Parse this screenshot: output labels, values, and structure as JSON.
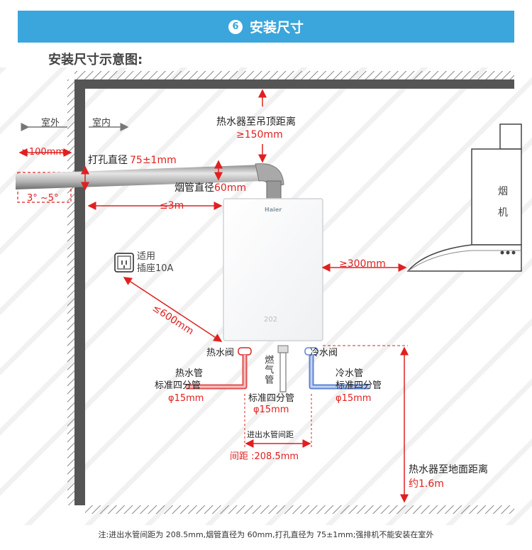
{
  "header": {
    "step_number": "6",
    "title": "安装尺寸"
  },
  "subtitle": "安装尺寸示意图:",
  "labels": {
    "outdoor": "室外",
    "indoor": "室内",
    "wall_clearance": "≥100mm",
    "drill_label": "打孔直径",
    "drill_value": "75±1mm",
    "ceiling_label": "热水器至吊顶距离",
    "ceiling_value": "≥150mm",
    "pipe_diameter_label": "烟管直径",
    "pipe_diameter_value": "60mm",
    "slope": "3° ~5°",
    "wall_distance": "≤3m",
    "socket_line1": "适用",
    "socket_line2": "插座10A",
    "socket_distance": "≤600mm",
    "hood_distance": "≥300mm",
    "hood_line1": "烟",
    "hood_line2": "机",
    "brand": "Haier",
    "display_text": "202",
    "hot_valve": "热水阀",
    "cold_valve": "冷水阀",
    "gas_pipe": "燃气管",
    "hot_pipe_line1": "热水管",
    "hot_pipe_line2": "标准四分管",
    "hot_pipe_line3": "φ15mm",
    "gas_line1": "标准四分管",
    "gas_line2": "φ15mm",
    "cold_pipe_line1": "冷水管",
    "cold_pipe_line2": "标准四分管",
    "cold_pipe_line3": "φ15mm",
    "spacing_label": "进出水管间距",
    "spacing_value": "间距 :208.5mm",
    "floor_label": "热水器至地面距离",
    "floor_value": "约1.6m"
  },
  "note": "注:进出水管间距为 208.5mm,烟管直径为 60mm,打孔直径为 75±1mm;强排机不能安装在室外",
  "colors": {
    "accent_blue": "#3aa6dc",
    "dimension_red": "#e02020",
    "hot_pipe": "#e05050",
    "cold_pipe": "#5d83d6"
  }
}
